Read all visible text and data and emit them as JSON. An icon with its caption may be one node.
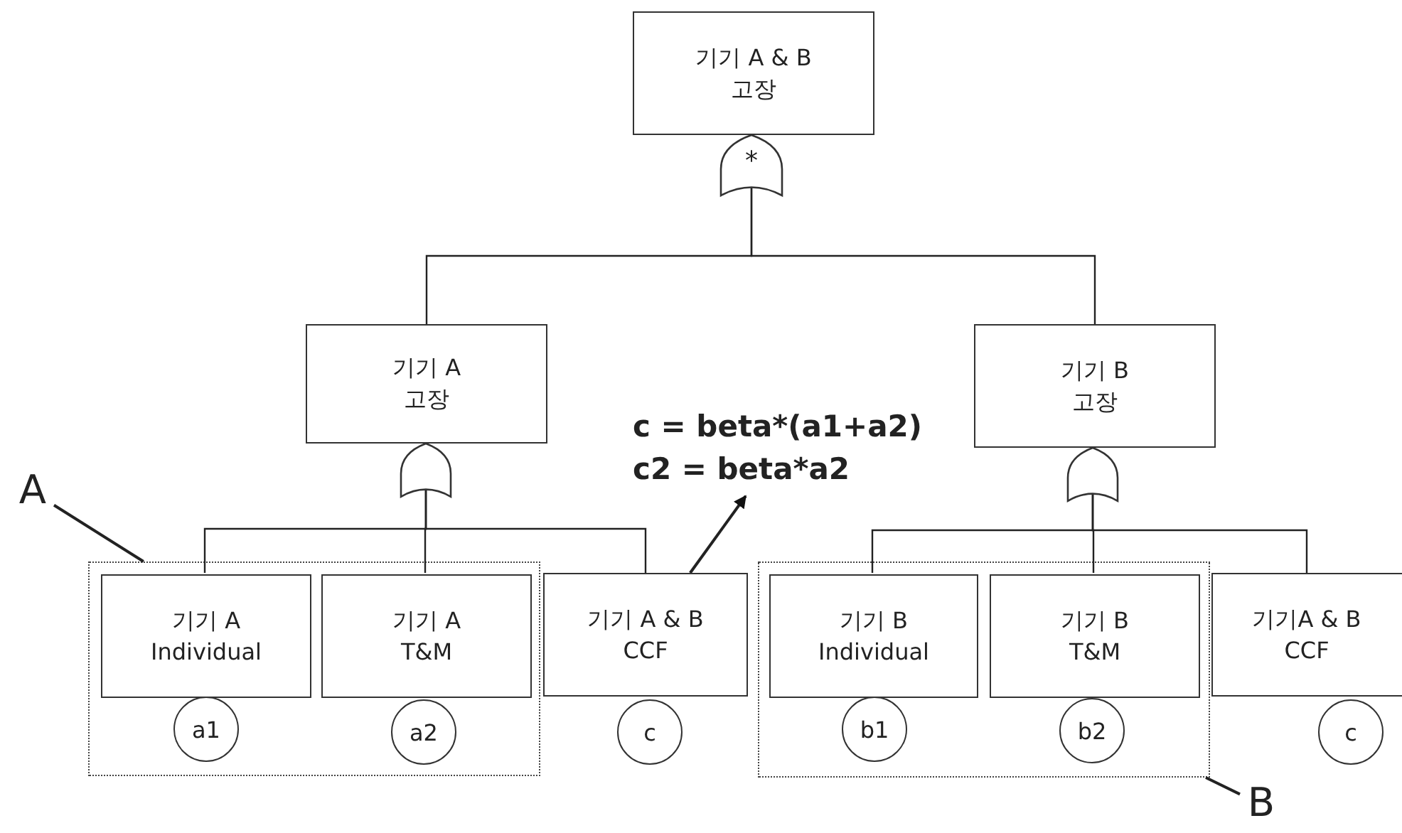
{
  "diagram": {
    "nodes": [
      {
        "text": [
          "기기 A & B 고장"
        ]
      },
      {
        "text": [
          "*"
        ]
      },
      {
        "text": [
          "기기 A 고장"
        ]
      },
      {
        "text": [
          "c = beta*(a1+a2)",
          "c2 = beta*a2"
        ]
      },
      {
        "text": [
          "기기 B 고장"
        ]
      },
      {
        "text": [],
        "shape": "gate"
      },
      {
        "text": [],
        "shape": "gate"
      },
      {
        "text": [
          "A"
        ]
      },
      {
        "text": [],
        "shape": "box"
      },
      {
        "text": [
          "기기 A Individual"
        ],
        "in": 8
      },
      {
        "text": [
          "기기 A T&M"
        ],
        "in": 8
      },
      {
        "text": [
          "a1"
        ],
        "in": 8
      },
      {
        "text": [
          "a2"
        ],
        "in": 8
      },
      {
        "text": [
          "기기 A & B CCF"
        ]
      },
      {
        "text": [
          "c"
        ]
      },
      {
        "text": [],
        "shape": "box"
      },
      {
        "text": [
          "기기 B Individual"
        ],
        "in": 15
      },
      {
        "text": [
          "기기 B T&M"
        ],
        "in": 15
      },
      {
        "text": [
          "b1"
        ],
        "in": 15
      },
      {
        "text": [
          "b2"
        ],
        "in": 15
      },
      {
        "text": [
          "기기A & B CCF"
        ]
      },
      {
        "text": [
          "c"
        ]
      },
      {
        "text": [
          "B"
        ]
      }
    ],
    "edges": [
      {
        "from": 1,
        "to": 2,
        "arrow": "none"
      },
      {
        "from": 1,
        "to": 4,
        "arrow": "none"
      },
      {
        "from": 5,
        "to": 9,
        "arrow": "none"
      },
      {
        "from": 5,
        "to": 10,
        "arrow": "none"
      },
      {
        "from": 5,
        "to": 13,
        "arrow": "none"
      },
      {
        "from": 6,
        "to": 16,
        "arrow": "none"
      },
      {
        "from": 6,
        "to": 17,
        "arrow": "none"
      },
      {
        "from": 6,
        "to": 20,
        "arrow": "none"
      },
      {
        "from": 13,
        "to": 3,
        "arrow": "to"
      },
      {
        "from": 7,
        "to": 8,
        "arrow": "none"
      },
      {
        "from": 22,
        "to": 15,
        "arrow": "none"
      }
    ]
  }
}
